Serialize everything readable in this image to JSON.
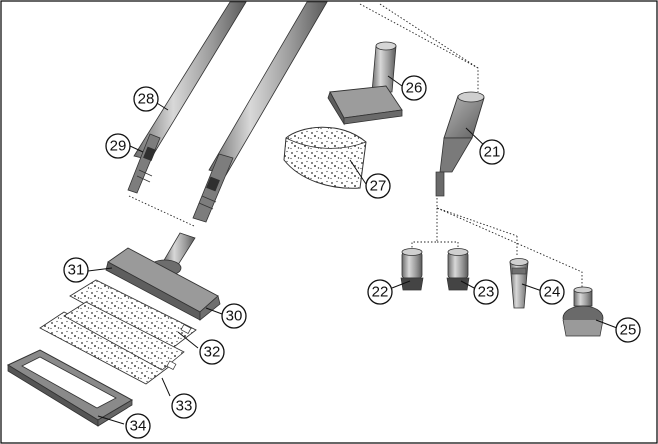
{
  "callouts": [
    "21",
    "22",
    "23",
    "24",
    "25",
    "26",
    "27",
    "28",
    "29",
    "30",
    "31",
    "32",
    "33",
    "34"
  ],
  "colors": {
    "frame": "#000000",
    "part_gray": "#8c8c8c",
    "part_dark": "#5e5e5e",
    "part_light": "#c4c4c4",
    "callout_stroke": "#111111"
  }
}
